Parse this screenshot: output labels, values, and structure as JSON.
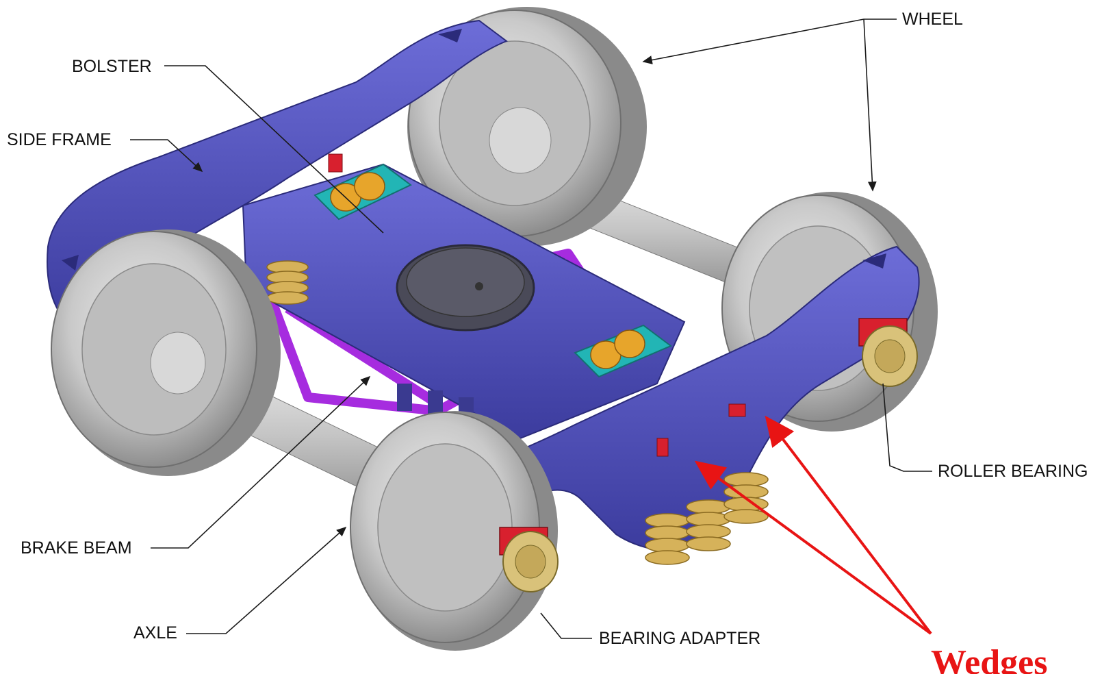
{
  "labels": {
    "wheel": "WHEEL",
    "bolster": "BOLSTER",
    "side_frame": "SIDE FRAME",
    "roller_bearing": "ROLLER BEARING",
    "brake_beam": "BRAKE BEAM",
    "axle": "AXLE",
    "bearing_adapter": "BEARING ADAPTER",
    "wedges": "Wedges"
  },
  "colors": {
    "frame": "#5252c2",
    "frame_dark": "#33338c",
    "brake_beam": "#a62cdf",
    "wheel": "#c5c5c5",
    "spring": "#d6b25a",
    "cyan_pad": "#22b5b5",
    "bearing_red": "#d8202e",
    "annotation_red": "#e81414"
  },
  "icons": {
    "wedge_arrows": "red-arrow-icon"
  }
}
